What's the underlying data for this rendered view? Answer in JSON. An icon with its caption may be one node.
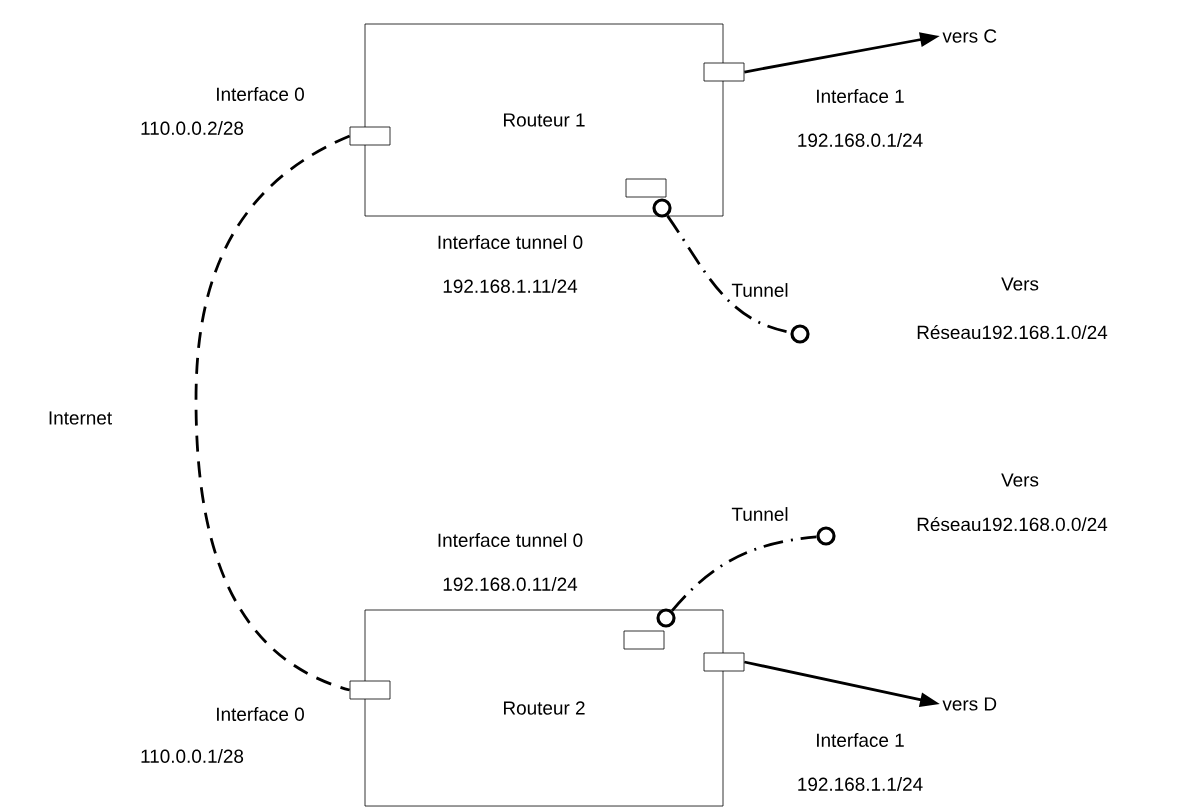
{
  "diagram": {
    "nodes": [
      {
        "text": [
          "Routeur 1"
        ]
      },
      {
        "text": [],
        "shape": "box",
        "beside": [
          "Interface 0",
          "110.0.0.2/28"
        ]
      },
      {
        "text": [],
        "shape": "box",
        "beside": [
          "Interface 1",
          "192.168.0.1/24"
        ]
      },
      {
        "text": [],
        "shape": "box",
        "in": 0,
        "beside": [
          "Interface tunnel 0",
          "192.168.1.11/24"
        ]
      },
      {
        "text": [],
        "shape": "circle",
        "in": 0
      },
      {
        "text": [
          "vers C"
        ]
      },
      {
        "text": [],
        "shape": "circle",
        "beside": [
          "Vers",
          "Réseau192.168.1.0/24"
        ]
      },
      {
        "text": [
          "Routeur 2"
        ]
      },
      {
        "text": [],
        "shape": "box",
        "beside": [
          "Interface 0",
          "110.0.0.1/28"
        ]
      },
      {
        "text": [],
        "shape": "box",
        "beside": [
          "Interface 1",
          "192.168.1.1/24"
        ]
      },
      {
        "text": [],
        "shape": "box",
        "in": 7,
        "beside": [
          "Interface tunnel 0",
          "192.168.0.11/24"
        ]
      },
      {
        "text": [],
        "shape": "circle",
        "in": 7
      },
      {
        "text": [
          "vers D"
        ]
      },
      {
        "text": [],
        "shape": "circle",
        "beside": [
          "Vers",
          "Réseau192.168.0.0/24"
        ]
      }
    ],
    "edges": [
      {
        "from": 1,
        "to": 8,
        "arrow": "none",
        "style": "dashed"
      },
      {
        "from": 2,
        "to": 5,
        "arrow": "to"
      },
      {
        "from": 4,
        "to": 6,
        "arrow": "none",
        "style": "dashed",
        "label": "Tunnel"
      },
      {
        "from": 9,
        "to": 12,
        "arrow": "to"
      },
      {
        "from": 11,
        "to": 13,
        "arrow": "none",
        "style": "dashed",
        "label": "Tunnel"
      }
    ],
    "labels": [
      "Internet"
    ]
  }
}
